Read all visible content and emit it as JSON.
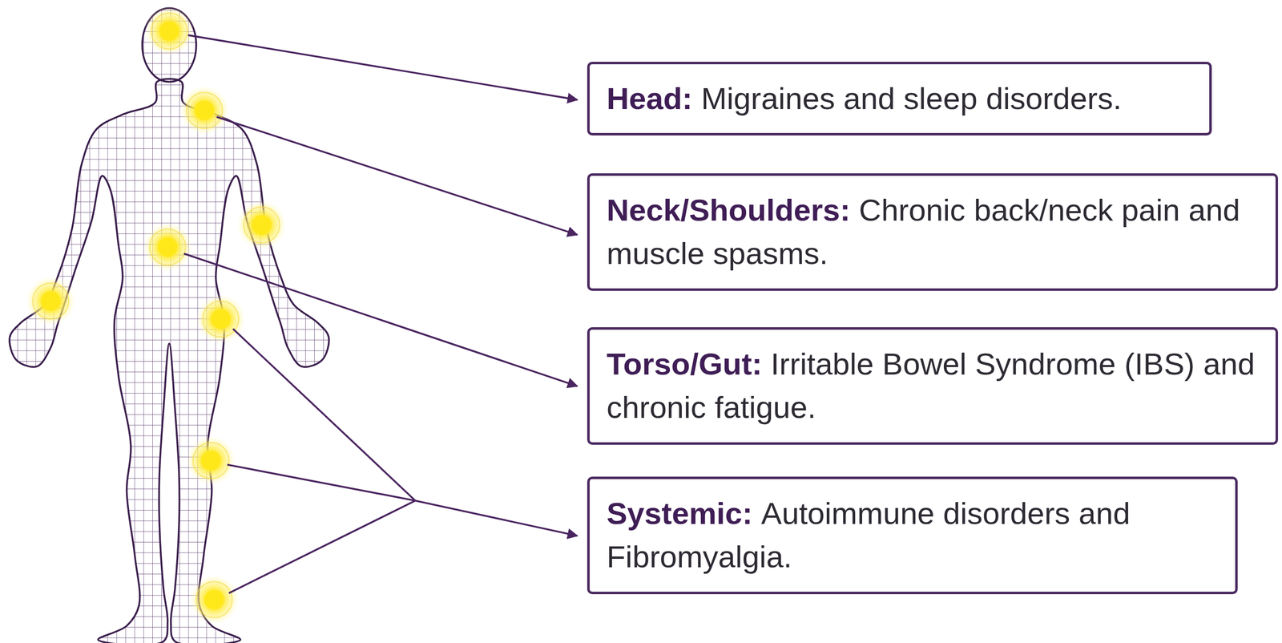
{
  "diagram": {
    "nodes": [
      {
        "text": [
          "Head:",
          "Migraines and sleep disorders."
        ]
      },
      {
        "text": [
          "Neck/Shoulders:",
          "Chronic back/neck pain and muscle spasms."
        ]
      },
      {
        "text": [
          "Torso/Gut:",
          "Irritable Bowel Syndrome (IBS) and chronic fatigue."
        ]
      },
      {
        "text": [
          "Systemic:",
          "Autoimmune disorders and Fibromyalgia."
        ]
      }
    ]
  }
}
